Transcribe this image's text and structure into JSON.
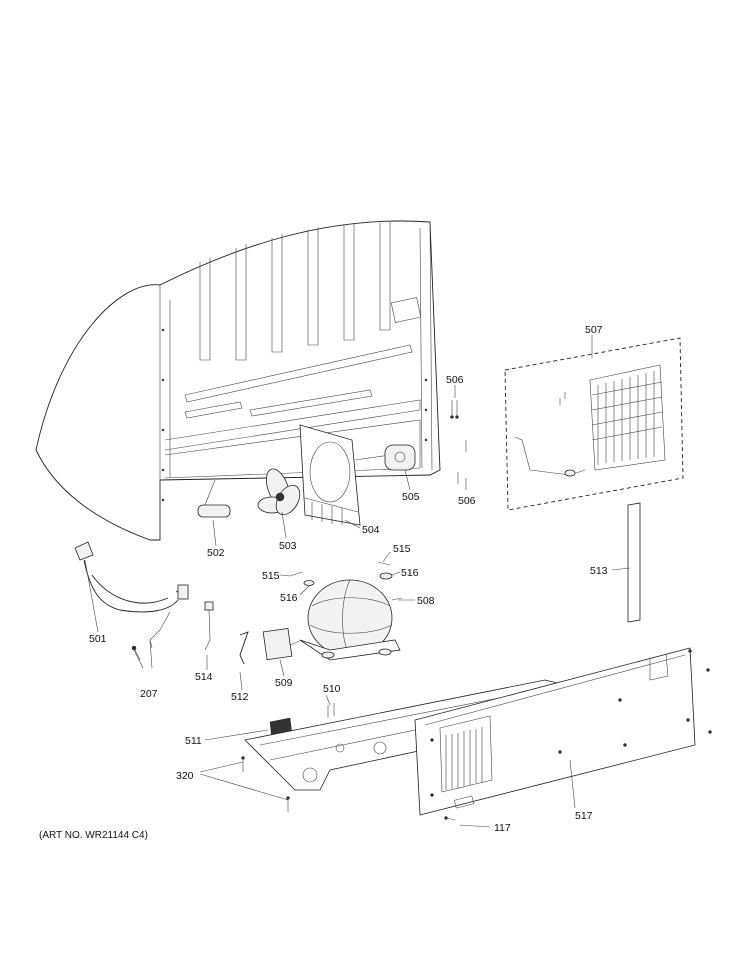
{
  "art_number": "(ART NO. WR21144 C4)",
  "callouts": {
    "c501": "501",
    "c502": "502",
    "c503": "503",
    "c504": "504",
    "c505": "505",
    "c506a": "506",
    "c506b": "506",
    "c507": "507",
    "c508": "508",
    "c509": "509",
    "c510": "510",
    "c511": "511",
    "c512": "512",
    "c513": "513",
    "c514": "514",
    "c515a": "515",
    "c515b": "515",
    "c516a": "516",
    "c516b": "516",
    "c517": "517",
    "c207": "207",
    "c320": "320",
    "c117": "117"
  }
}
